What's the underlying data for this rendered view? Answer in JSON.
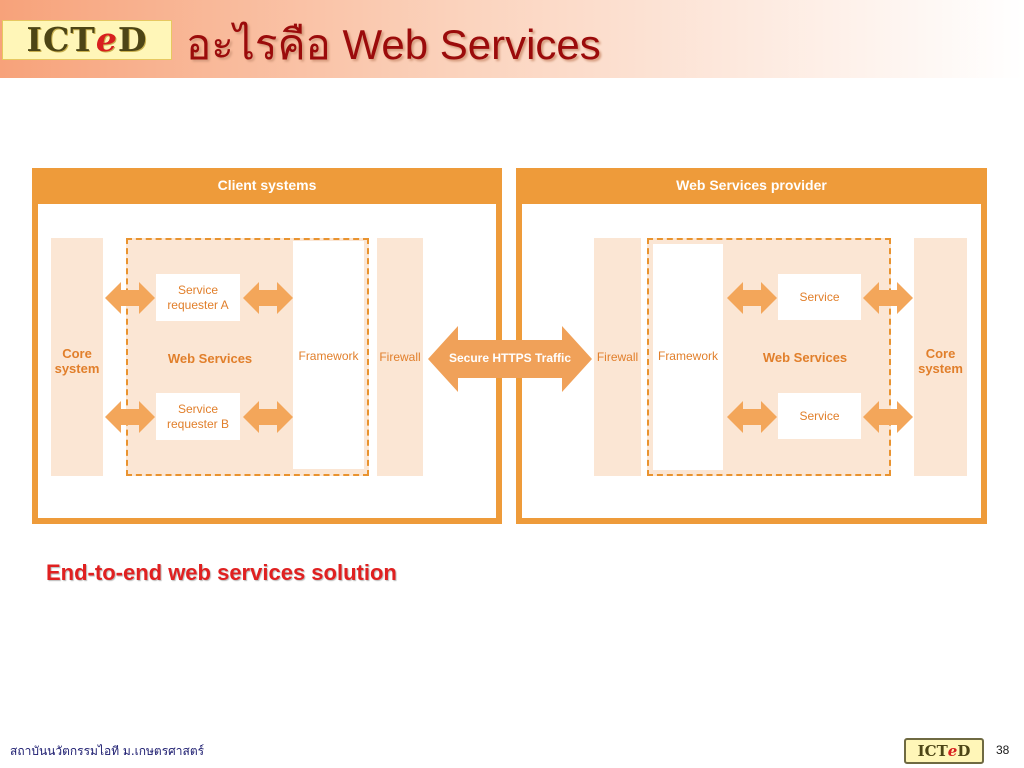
{
  "header": {
    "logo_text_left": "ICT",
    "logo_text_e": "e",
    "logo_text_right": "D",
    "title": "อะไรคือ Web Services"
  },
  "diagram": {
    "client": {
      "title": "Client systems",
      "core_system": "Core system",
      "service_requester_a": "Service requester A",
      "service_requester_b": "Service requester B",
      "web_services": "Web Services",
      "framework": "Framework",
      "firewall": "Firewall"
    },
    "traffic": "Secure HTTPS Traffic",
    "provider": {
      "title": "Web Services provider",
      "firewall": "Firewall",
      "framework": "Framework",
      "web_services": "Web Services",
      "service_1": "Service",
      "service_2": "Service",
      "core_system": "Core system"
    },
    "colors": {
      "orange": "#ee9b3a",
      "light": "#fbe6d4",
      "label": "#e17f2b"
    }
  },
  "caption": "End-to-end web services solution",
  "footer": {
    "institution": "สถาบันนวัตกรรมไอที ม.เกษตรศาสตร์",
    "logo_left": "ICT",
    "logo_e": "e",
    "logo_right": "D",
    "page_number": "38"
  }
}
